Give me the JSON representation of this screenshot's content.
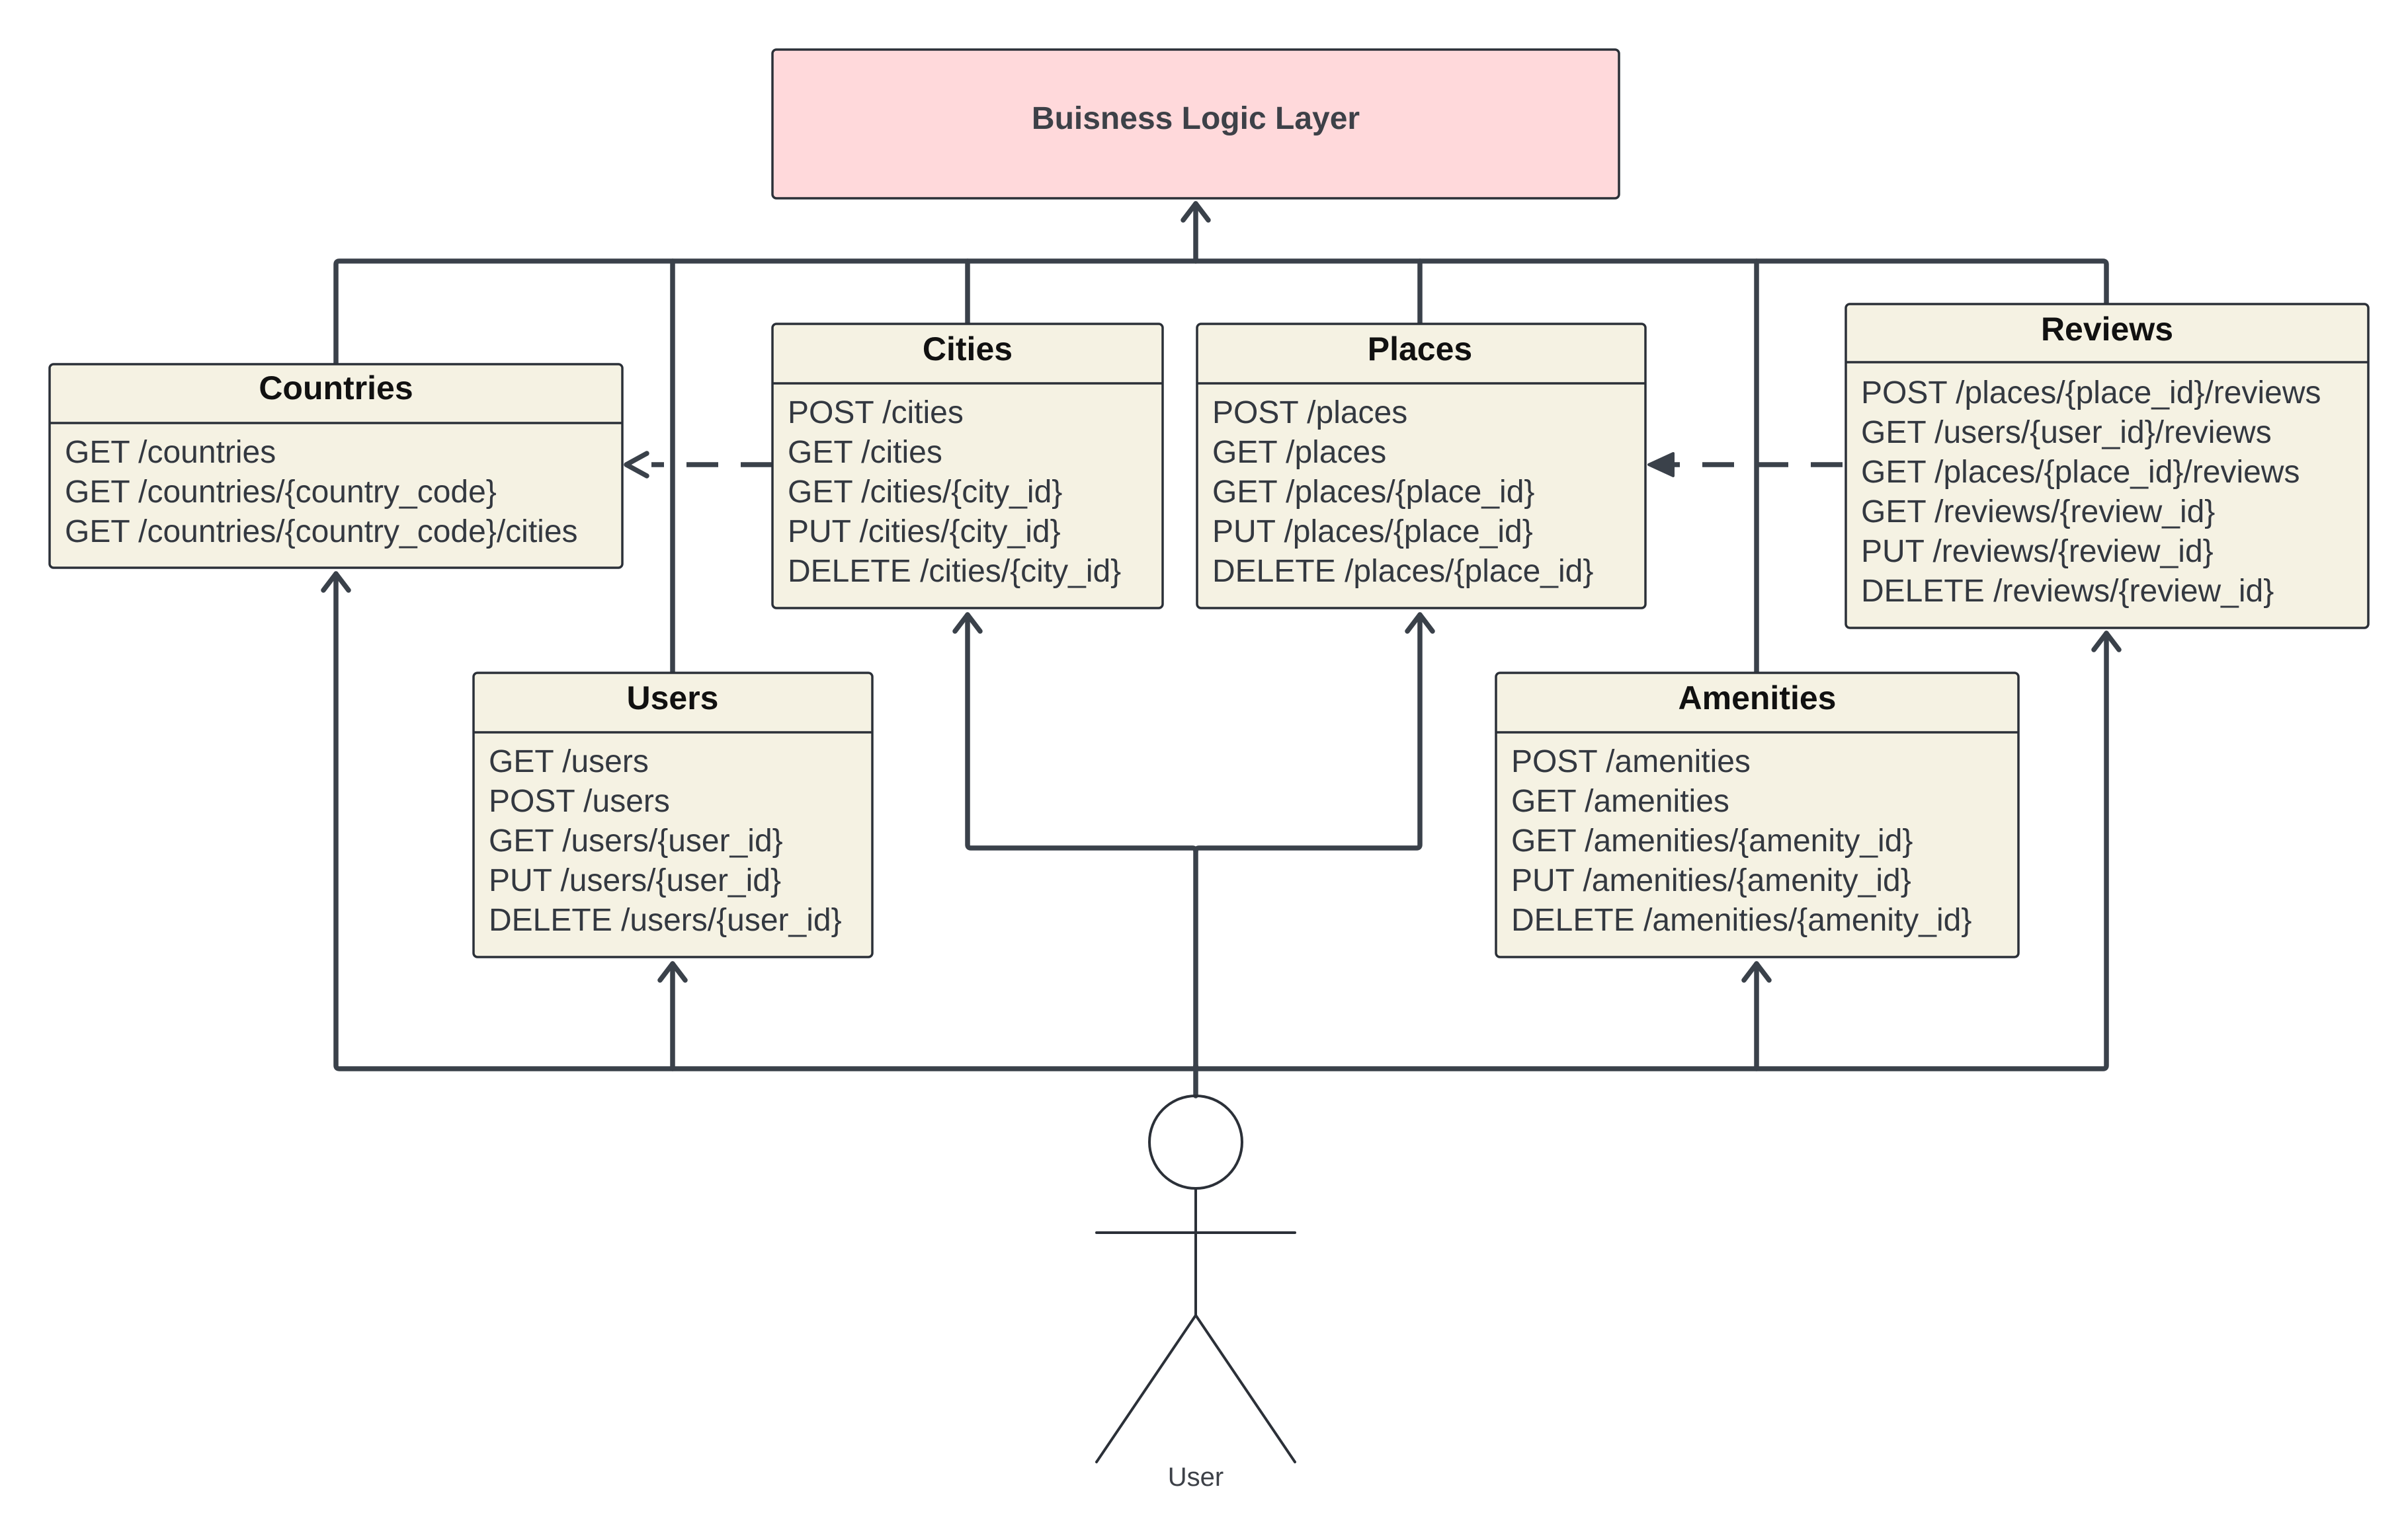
{
  "diagram": {
    "business_logic_layer": {
      "label": "Buisness Logic Layer"
    },
    "classes": [
      {
        "id": "countries",
        "title": "Countries",
        "endpoints": [
          "GET /countries",
          "GET /countries/{country_code}",
          "GET /countries/{country_code}/cities"
        ]
      },
      {
        "id": "cities",
        "title": "Cities",
        "endpoints": [
          "POST /cities",
          "GET /cities",
          "GET /cities/{city_id}",
          "PUT /cities/{city_id}",
          "DELETE /cities/{city_id}"
        ]
      },
      {
        "id": "places",
        "title": "Places",
        "endpoints": [
          "POST /places",
          "GET /places",
          "GET /places/{place_id}",
          "PUT /places/{place_id}",
          "DELETE /places/{place_id}"
        ]
      },
      {
        "id": "reviews",
        "title": "Reviews",
        "endpoints": [
          "POST /places/{place_id}/reviews",
          "GET /users/{user_id}/reviews",
          "GET /places/{place_id}/reviews",
          "GET /reviews/{review_id}",
          "PUT /reviews/{review_id}",
          "DELETE /reviews/{review_id}"
        ]
      },
      {
        "id": "users",
        "title": "Users",
        "endpoints": [
          "GET /users",
          "POST /users",
          "GET /users/{user_id}",
          "PUT /users/{user_id}",
          "DELETE /users/{user_id}"
        ]
      },
      {
        "id": "amenities",
        "title": "Amenities",
        "endpoints": [
          "POST /amenities",
          "GET /amenities",
          "GET /amenities/{amenity_id}",
          "PUT /amenities/{amenity_id}",
          "DELETE /amenities/{amenity_id}"
        ]
      }
    ],
    "actor": {
      "label": "User"
    },
    "relations": [
      {
        "from": "user",
        "to": "countries",
        "style": "solid"
      },
      {
        "from": "user",
        "to": "users",
        "style": "solid"
      },
      {
        "from": "user",
        "to": "cities",
        "style": "solid"
      },
      {
        "from": "user",
        "to": "places",
        "style": "solid"
      },
      {
        "from": "user",
        "to": "amenities",
        "style": "solid"
      },
      {
        "from": "user",
        "to": "reviews",
        "style": "solid"
      },
      {
        "from": "cities",
        "to": "countries",
        "style": "dashed"
      },
      {
        "from": "reviews",
        "to": "places",
        "style": "dashed"
      },
      {
        "from": "countries",
        "to": "business_logic_layer",
        "style": "solid"
      },
      {
        "from": "users",
        "to": "business_logic_layer",
        "style": "solid"
      },
      {
        "from": "cities",
        "to": "business_logic_layer",
        "style": "solid"
      },
      {
        "from": "places",
        "to": "business_logic_layer",
        "style": "solid"
      },
      {
        "from": "amenities",
        "to": "business_logic_layer",
        "style": "solid"
      },
      {
        "from": "reviews",
        "to": "business_logic_layer",
        "style": "solid"
      }
    ],
    "colors": {
      "class_fill": "#f5f2e3",
      "layer_fill": "#ffd9db",
      "line": "#3a414a"
    }
  }
}
